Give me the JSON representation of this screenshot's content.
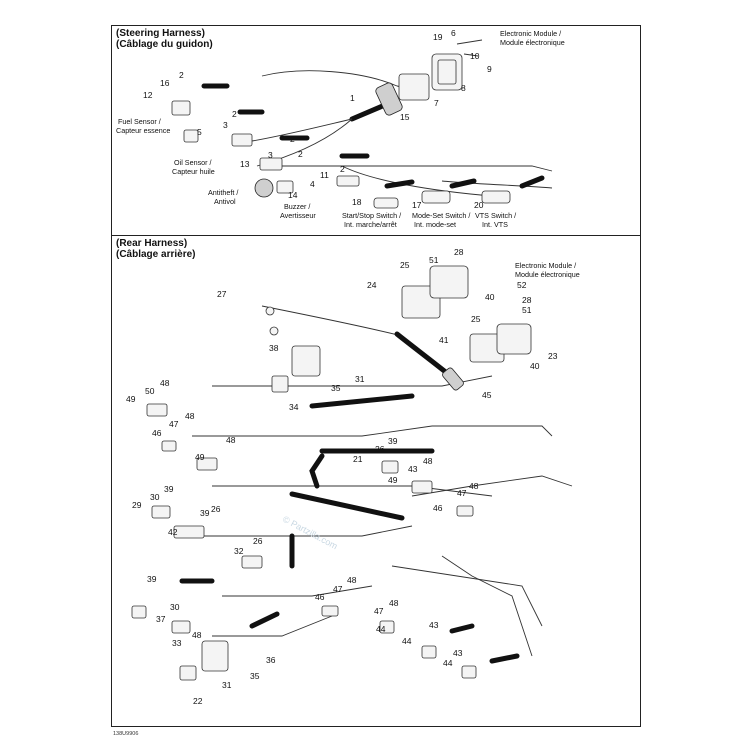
{
  "steering_harness": {
    "title_en": "(Steering Harness)",
    "title_fr": "(Câblage du guidon)",
    "labels": {
      "electronic_module": [
        "Electronic Module /",
        "Module électronique"
      ],
      "fuel_sensor": [
        "Fuel Sensor /",
        "Capteur essence"
      ],
      "oil_sensor": [
        "Oil Sensor /",
        "Capteur huile"
      ],
      "antitheft": [
        "Antitheft /",
        "Antivol"
      ],
      "buzzer": [
        "Buzzer /",
        "Avertisseur"
      ],
      "start_stop": [
        "Start/Stop Switch /",
        "Int. marche/arrêt"
      ],
      "mode_set": [
        "Mode-Set Switch /",
        "Int. mode-set"
      ],
      "vts": [
        "VTS Switch /",
        "Int. VTS"
      ]
    },
    "callouts": [
      "19",
      "6",
      "9",
      "10",
      "8",
      "7",
      "1",
      "15",
      "16",
      "12",
      "2",
      "2",
      "5",
      "3",
      "2",
      "2",
      "13",
      "14",
      "3",
      "4",
      "11",
      "18",
      "17",
      "20",
      "2"
    ]
  },
  "rear_harness": {
    "title_en": "(Rear Harness)",
    "title_fr": "(Câblage arrière)",
    "labels": {
      "electronic_module": [
        "Electronic Module /",
        "Module électronique"
      ]
    },
    "callouts": [
      "28",
      "51",
      "25",
      "52",
      "27",
      "24",
      "40",
      "28",
      "51",
      "25",
      "23",
      "41",
      "40",
      "38",
      "31",
      "35",
      "45",
      "34",
      "48",
      "50",
      "49",
      "48",
      "47",
      "46",
      "48",
      "49",
      "39",
      "26",
      "21",
      "48",
      "43",
      "49",
      "47",
      "48",
      "46",
      "30",
      "39",
      "29",
      "26",
      "42",
      "39",
      "32",
      "26",
      "39",
      "30",
      "37",
      "47",
      "48",
      "46",
      "47",
      "48",
      "44",
      "43",
      "44",
      "33",
      "48",
      "36",
      "35",
      "31",
      "22",
      "44",
      "43"
    ]
  },
  "watermark": "© Partzilla.com",
  "document_code": "138U9906"
}
